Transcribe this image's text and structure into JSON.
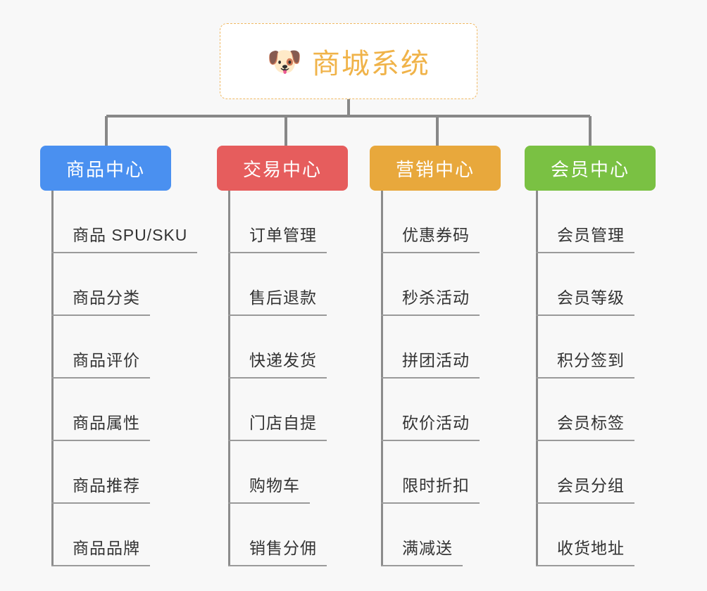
{
  "page": {
    "background_color": "#f8f8f8",
    "type": "org-chart"
  },
  "root": {
    "icon": "dog-face-icon",
    "icon_glyph": "🐶",
    "title": "商城系统",
    "text_color": "#f0b349",
    "border_color": "#f0b963",
    "background_color": "#ffffff"
  },
  "connectors": {
    "color": "#888888"
  },
  "columns": [
    {
      "id": "product-center",
      "header": "商品中心",
      "color": "#4a90f0",
      "items": [
        "商品 SPU/SKU",
        "商品分类",
        "商品评价",
        "商品属性",
        "商品推荐",
        "商品品牌"
      ]
    },
    {
      "id": "trade-center",
      "header": "交易中心",
      "color": "#e65d5d",
      "items": [
        "订单管理",
        "售后退款",
        "快递发货",
        "门店自提",
        "购物车",
        "销售分佣"
      ]
    },
    {
      "id": "marketing-center",
      "header": "营销中心",
      "color": "#e8a83c",
      "items": [
        "优惠券码",
        "秒杀活动",
        "拼团活动",
        "砍价活动",
        "限时折扣",
        "满减送"
      ]
    },
    {
      "id": "member-center",
      "header": "会员中心",
      "color": "#7ac143",
      "items": [
        "会员管理",
        "会员等级",
        "积分签到",
        "会员标签",
        "会员分组",
        "收货地址"
      ]
    }
  ]
}
